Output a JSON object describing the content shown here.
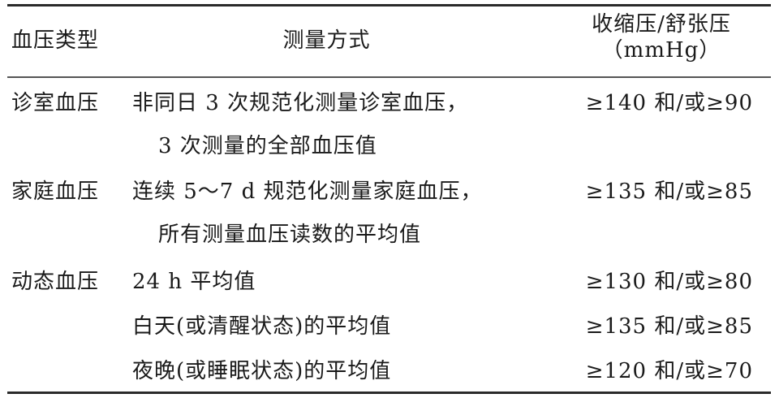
{
  "table": {
    "headers": {
      "type": "血压类型",
      "method": "测量方式",
      "value_line1": "收缩压/舒张压",
      "value_line2": "（mmHg）"
    },
    "rows": [
      {
        "type": "诊室血压",
        "method_lines": [
          "非同日 3 次规范化测量诊室血压，",
          "3 次测量的全部血压值"
        ],
        "value": "≥140 和/或≥90"
      },
      {
        "type": "家庭血压",
        "method_lines": [
          "连续 5～7 d 规范化测量家庭血压，",
          "所有测量血压读数的平均值"
        ],
        "value": "≥135 和/或≥85"
      },
      {
        "type": "动态血压",
        "method_lines": [
          "24 h 平均值"
        ],
        "value": "≥130 和/或≥80"
      },
      {
        "type": "",
        "method_lines": [
          "白天(或清醒状态)的平均值"
        ],
        "value": "≥135 和/或≥85"
      },
      {
        "type": "",
        "method_lines": [
          "夜晚(或睡眠状态)的平均值"
        ],
        "value": "≥120 和/或≥70"
      }
    ]
  }
}
